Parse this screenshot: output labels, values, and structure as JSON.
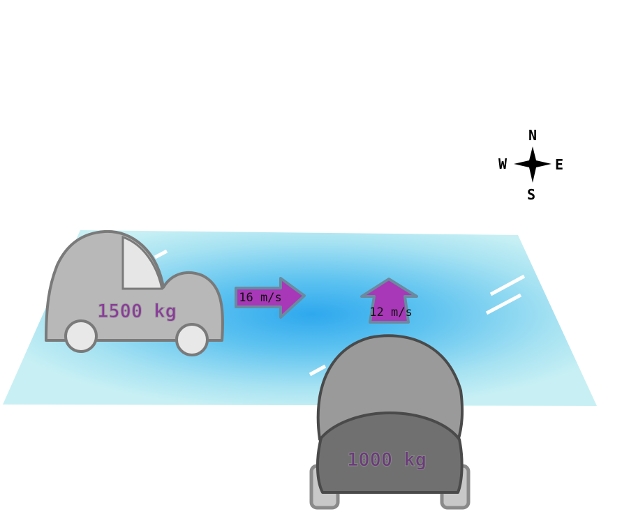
{
  "colors": {
    "ice_edge": "#c8f0f4",
    "ice_center": "#2ea8ee",
    "car_body": "#b8b8b8",
    "car_outline": "#7a7a7a",
    "truck_body": "#8e8e8e",
    "arrow_fill": "#a838b8",
    "arrow_outline": "#6a8aa0",
    "mass_text": "#8a3a9a"
  },
  "car_west": {
    "mass_label": "1500 kg",
    "speed_label": "16 m/s",
    "direction": "east"
  },
  "car_south": {
    "mass_label": "1000 kg",
    "speed_label": "12 m/s",
    "direction": "north"
  },
  "compass": {
    "north": "N",
    "south": "S",
    "east": "E",
    "west": "W"
  }
}
